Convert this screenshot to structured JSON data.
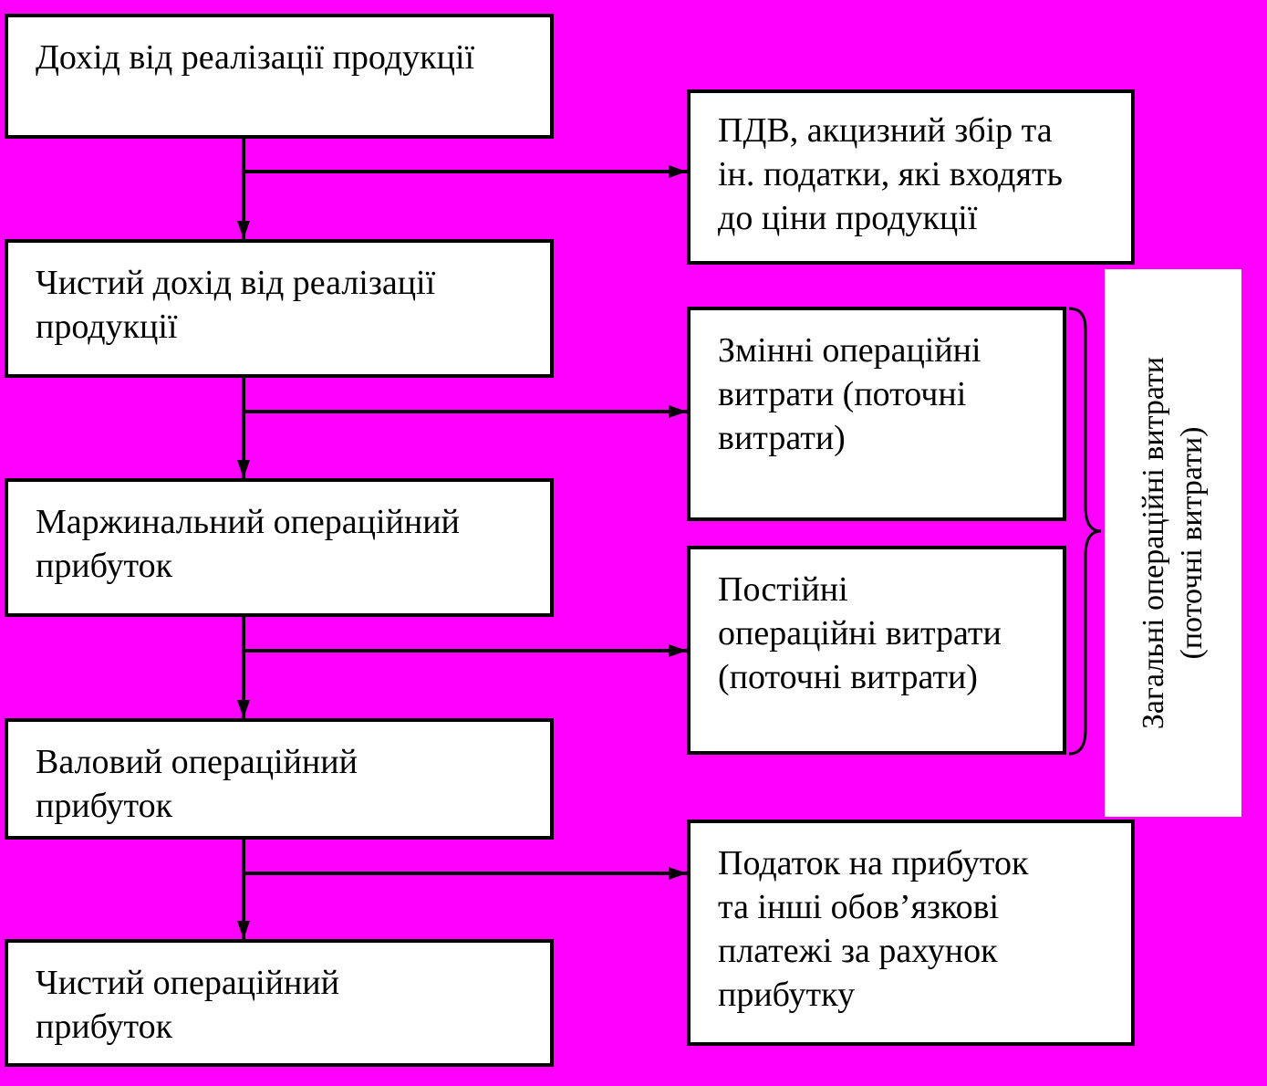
{
  "boxes": {
    "revenue": [
      "Дохід від реалізації продукції"
    ],
    "net_revenue": [
      "Чистий дохід від реалізації",
      "продукції"
    ],
    "marginal_profit": [
      "Маржинальний операційний",
      "прибуток"
    ],
    "gross_profit": [
      "Валовий операційний",
      "прибуток"
    ],
    "net_profit": [
      "Чистий операційний",
      "прибуток"
    ],
    "taxes": [
      "ПДВ, акцизний збір та",
      "ін. податки, які входять",
      "до ціни продукції"
    ],
    "variable_costs": [
      "Змінні операційні",
      "витрати (поточні",
      "витрати)"
    ],
    "fixed_costs": [
      "Постійні",
      "операційні витрати",
      "(поточні витрати)"
    ],
    "income_tax": [
      "Податок на прибуток",
      "та інші обов’язкові",
      "платежі за рахунок",
      "прибутку"
    ]
  },
  "total_costs_label": [
    "Загальні операційні витрати",
    "(поточні витрати)"
  ],
  "colors": {
    "background": "#ff00ff",
    "box_fill": "#ffffff",
    "line": "#000000"
  }
}
